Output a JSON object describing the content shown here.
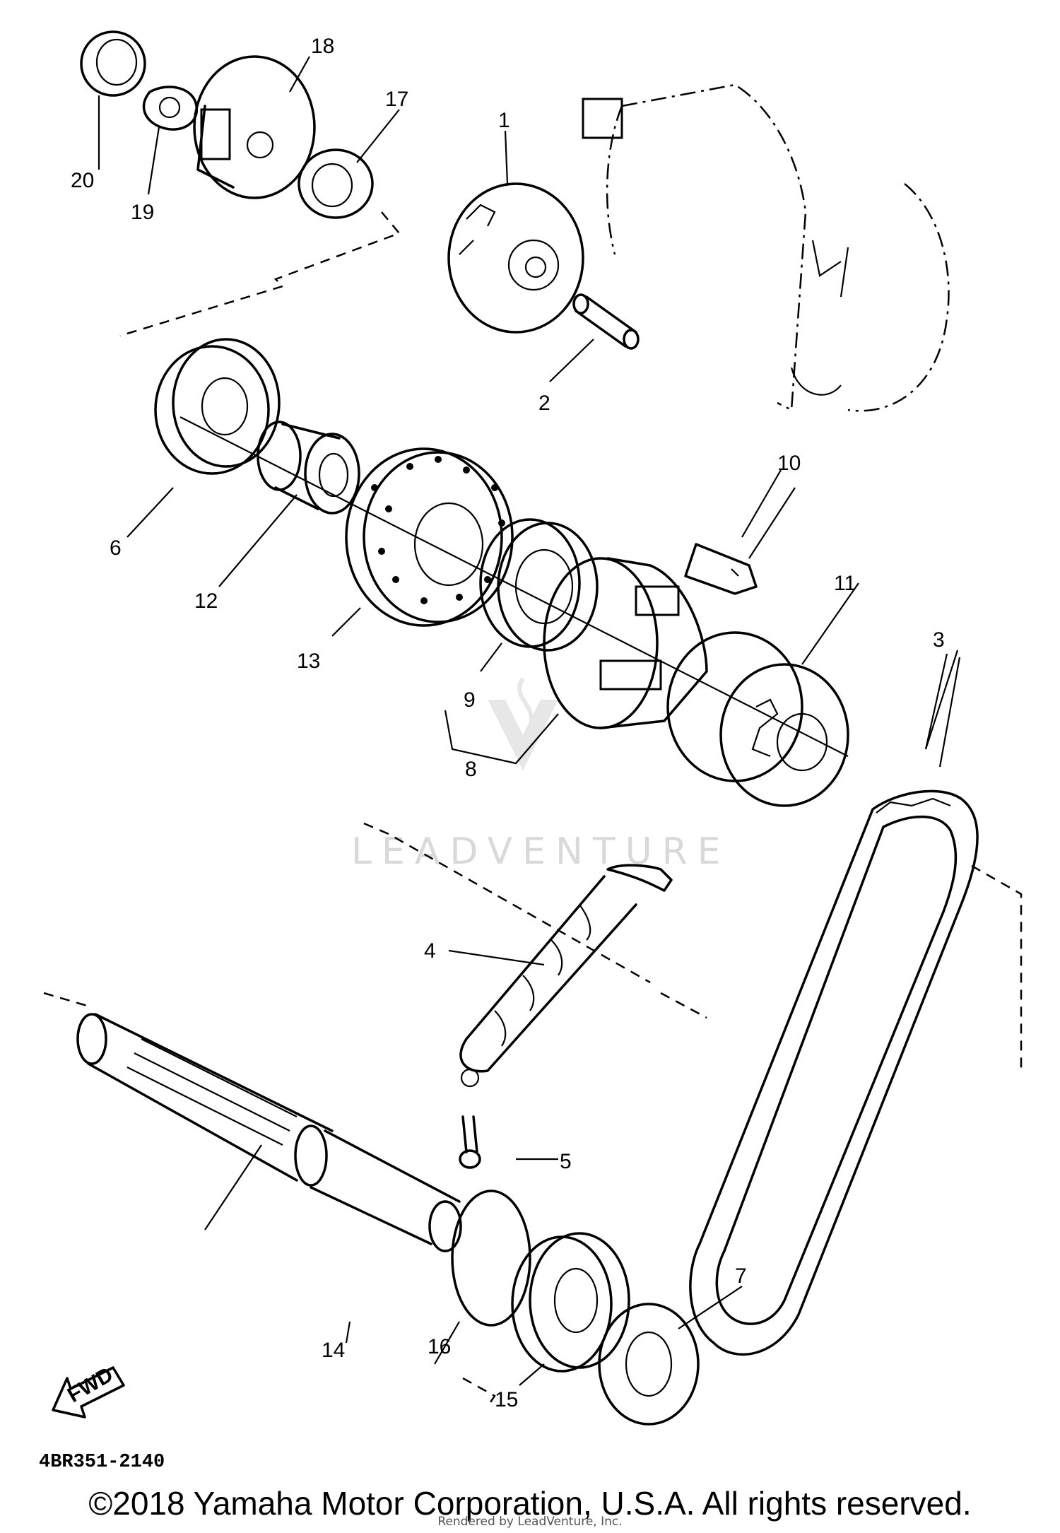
{
  "diagram_code": "4BR351-2140",
  "watermark": "LEADVENTURE",
  "copyright": "©2018 Yamaha Motor Corporation, U.S.A. All rights reserved.",
  "rendered_by": "Rendered by LeadVenture, Inc.",
  "fwd_label": "FWD",
  "callouts": [
    "1",
    "2",
    "3",
    "4",
    "5",
    "6",
    "7",
    "8",
    "9",
    "10",
    "11",
    "12",
    "13",
    "14",
    "15",
    "16",
    "17",
    "18",
    "19",
    "20"
  ]
}
